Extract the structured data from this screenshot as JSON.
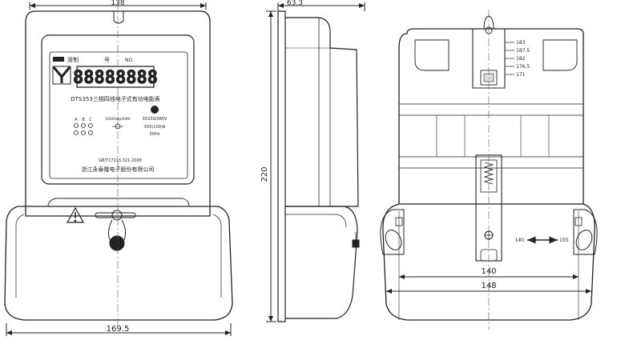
{
  "dimensions": {
    "front_width_top": "138",
    "front_width_bottom": "169.5",
    "side_depth": "63.3",
    "overall_height": "220",
    "back_mount_span": "140",
    "back_base_width": "148",
    "slot_min": "140",
    "slot_max": "155",
    "height_marks": [
      "183",
      "187.5",
      "182",
      "176.5",
      "171"
    ]
  },
  "nameplate": {
    "license_text": "浙制",
    "number_label": "号",
    "no_label": "NO.",
    "display_value": "88888888",
    "model_title": "DTS353三相四线电子式有功电能表",
    "phase_labels": [
      "A",
      "B",
      "C"
    ],
    "imp_label": "1600imp/kWh",
    "voltage": "3X230/380V",
    "current": "3X5(100)A",
    "frequency": "50Hz",
    "standard": "GB/T17215.321-2008",
    "manufacturer": "浙江永泰隆电子股份有限公司"
  },
  "colors": {
    "line": "#222222",
    "centerline": "#555555",
    "background": "#ffffff"
  }
}
